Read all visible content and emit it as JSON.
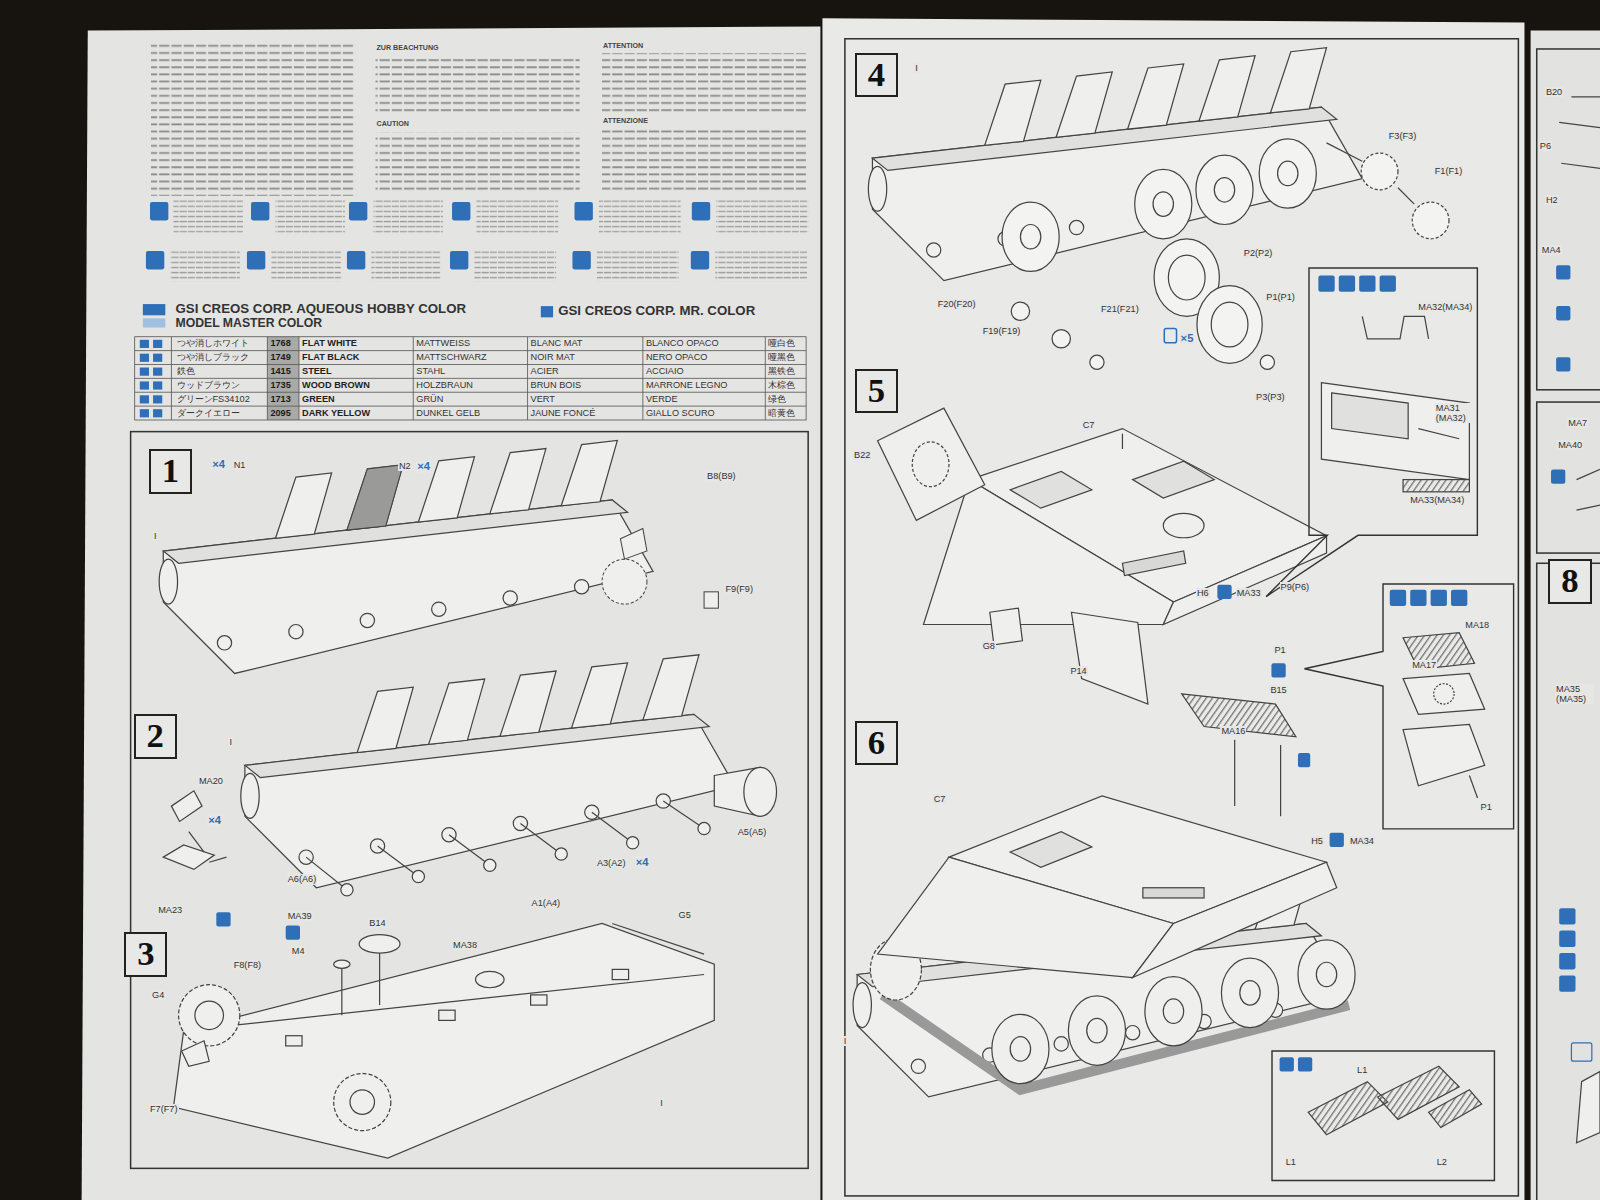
{
  "diagram": {
    "nodes": [
      {
        "text": [
          "1"
        ]
      },
      {
        "text": [
          "2"
        ]
      },
      {
        "text": [
          "3"
        ]
      },
      {
        "text": [
          "4"
        ]
      },
      {
        "text": [
          "5"
        ]
      },
      {
        "text": [
          "6"
        ]
      },
      {
        "text": [
          "MA32(MA34)",
          "MA31 (MA32)",
          "MA33(MA34)"
        ]
      },
      {
        "text": [
          "MA18",
          "MA17",
          "P1"
        ]
      },
      {
        "text": [
          "L1",
          "L1",
          "L2"
        ]
      },
      {
        "text": [
          "8"
        ]
      }
    ],
    "labels": [
      "ZUR BEACHTUNG",
      "CAUTION",
      "ATTENTION",
      "ATTENZIONE",
      "GSI CREOS CORP. AQUEOUS HOBBY COLOR",
      "MODEL MASTER COLOR",
      "GSI CREOS CORP. MR. COLOR",
      "つや消しホワイト",
      "1768",
      "FLAT WHITE",
      "MATTWEISS",
      "BLANC MAT",
      "BLANCO OPACO",
      "哑白色",
      "つや消しブラック",
      "1749",
      "FLAT BLACK",
      "MATTSCHWARZ",
      "NOIR MAT",
      "NERO OPACO",
      "哑黑色",
      "鉄色",
      "1415",
      "STEEL",
      "STAHL",
      "ACIER",
      "ACCIAIO",
      "黑铁色",
      "ウッドブラウン",
      "1735",
      "WOOD BROWN",
      "HOLZBRAUN",
      "BRUN BOIS",
      "MARRONE LEGNO",
      "木棕色",
      "グリーンFS34102",
      "1713",
      "GREEN",
      "GRÜN",
      "VERT",
      "VERDE",
      "绿色",
      "ダークイエロー",
      "2095",
      "DARK YELLOW",
      "DUNKEL GELB",
      "JAUNE FONCÉ",
      "GIALLO SCURO",
      "暗黄色",
      "×4",
      "N1",
      "N2",
      "×4",
      "B8(B9)",
      "F9(F9)",
      "I",
      "MA20",
      "×4",
      "MA23",
      "I",
      "A5(A5)",
      "A3(A2)",
      "×4",
      "A6(A6)",
      "A1(A4)",
      "MA39",
      "M4",
      "B14",
      "MA38",
      "G5",
      "G4",
      "F8(F8)",
      "F7(F7)",
      "I",
      "I",
      "F3(F3)",
      "F1(F1)",
      "P2(P2)",
      "P1(P1)",
      "F20(F20)",
      "F21(F21)",
      "F19(F19)",
      "×5",
      "P3(P3)",
      "C7",
      "B22",
      "H6",
      "MA33",
      "P9(P6)",
      "G8",
      "P14",
      "P1",
      "B15",
      "MA16",
      "C7",
      "H5",
      "MA34",
      "I",
      "B20",
      "P6",
      "H2",
      "MA4",
      "MA7",
      "MA40",
      "MA35 (MA35)"
    ]
  }
}
